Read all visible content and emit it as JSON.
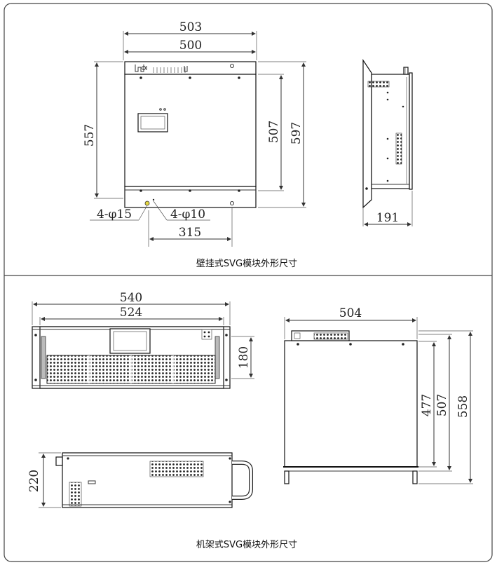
{
  "panels": {
    "wall": {
      "caption": "壁挂式SVG模块外形尺寸",
      "dims": {
        "w503": "503",
        "w500": "500",
        "h557": "557",
        "h507": "507",
        "h597": "597",
        "hole15": "4-φ15",
        "hole10": "4-φ10",
        "w315": "315",
        "side191": "191"
      }
    },
    "rack": {
      "caption": "机架式SVG模块外形尺寸",
      "dims": {
        "w540": "540",
        "w524": "524",
        "h180": "180",
        "w504": "504",
        "h477": "477",
        "h507": "507",
        "h558": "558",
        "h220": "220"
      }
    }
  }
}
